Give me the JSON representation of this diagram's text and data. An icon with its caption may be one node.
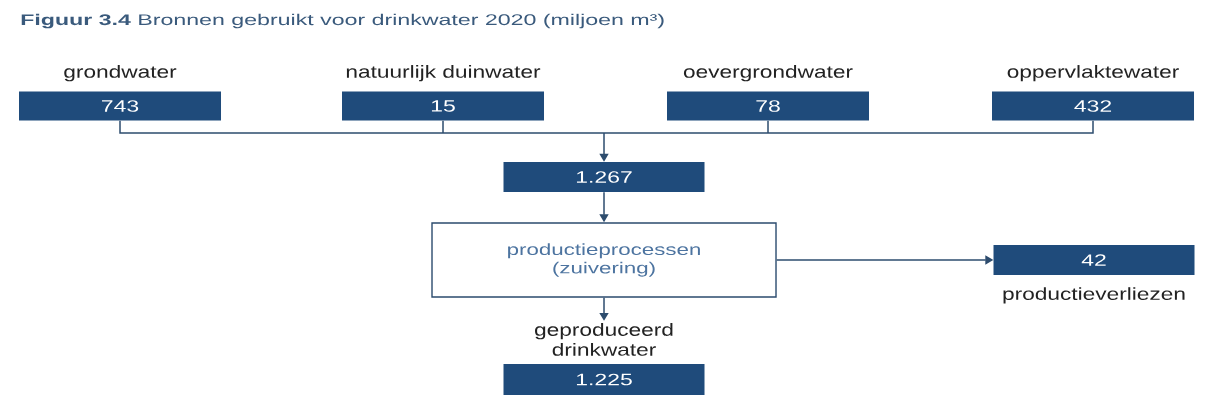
{
  "diagram": {
    "title": "**Figuur 3.4** Bronnen gebruikt voor drinkwater 2020 (miljoen m³)",
    "nodes": [
      {
        "text": [
          "grondwater",
          "743"
        ]
      },
      {
        "text": [
          "natuurlijk duinwater",
          "15"
        ]
      },
      {
        "text": [
          "oevergrondwater",
          "78"
        ]
      },
      {
        "text": [
          "oppervlaktewater",
          "432"
        ]
      },
      {
        "text": [
          "1.267"
        ]
      },
      {
        "text": [
          "productieprocessen (zuivering)"
        ]
      },
      {
        "text": [
          "42"
        ],
        "beside": [
          "productieverliezen"
        ]
      },
      {
        "text": [
          "geproduceerd drinkwater",
          "1.225"
        ]
      }
    ],
    "edges": [
      {
        "from": 0,
        "to": 4,
        "arrow": "to"
      },
      {
        "from": 1,
        "to": 4,
        "arrow": "to"
      },
      {
        "from": 2,
        "to": 4,
        "arrow": "to"
      },
      {
        "from": 3,
        "to": 4,
        "arrow": "to"
      },
      {
        "from": 4,
        "to": 5,
        "arrow": "to"
      },
      {
        "from": 5,
        "to": 6,
        "arrow": "to"
      },
      {
        "from": 5,
        "to": 7,
        "arrow": "to"
      }
    ]
  }
}
